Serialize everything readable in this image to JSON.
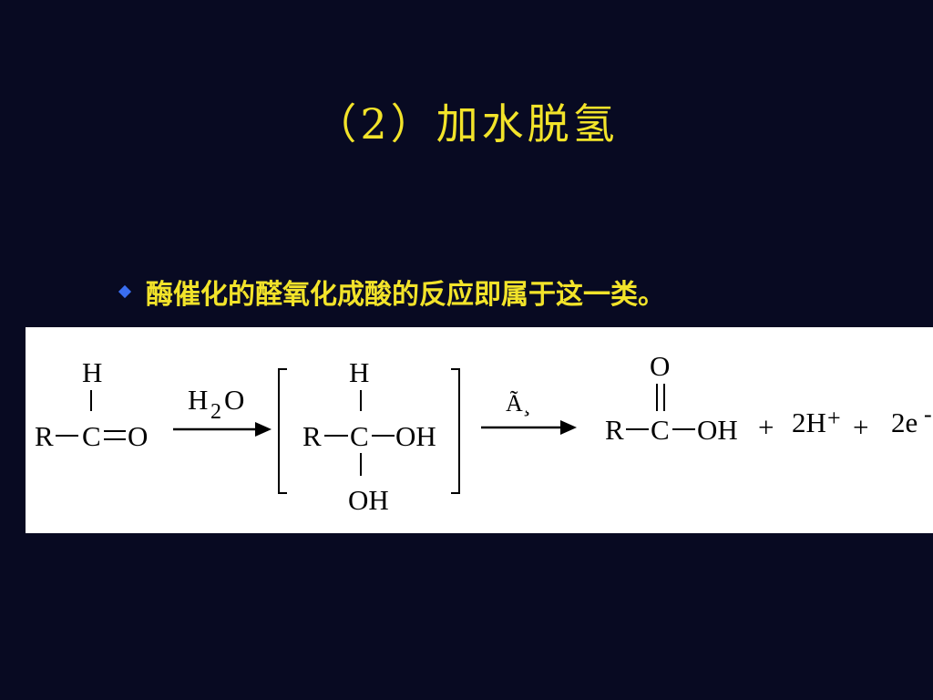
{
  "slide": {
    "title": "（2）加水脱氢",
    "bullet": "酶催化的醛氧化成酸的反应即属于这一类。"
  },
  "equation": {
    "aldehyde": {
      "h": "H",
      "r": "R",
      "c": "C",
      "o": "O"
    },
    "reagent": {
      "h": "H",
      "sub": "2",
      "o": "O"
    },
    "intermediate": {
      "h": "H",
      "r": "R",
      "c": "C",
      "oh_right": "OH",
      "oh_bottom": "OH"
    },
    "catalyst": "Ã¸",
    "product": {
      "o": "O",
      "r": "R",
      "c": "C",
      "oh": "OH"
    },
    "plus_1": "+",
    "protons": "2H",
    "proton_charge": "+",
    "plus_2": "+",
    "electrons": "2e",
    "electron_charge": "-"
  },
  "colors": {
    "background": "#080a22",
    "title_text": "#f2e32a",
    "bullet_icon": "#3a6ef0",
    "panel": "#ffffff"
  }
}
